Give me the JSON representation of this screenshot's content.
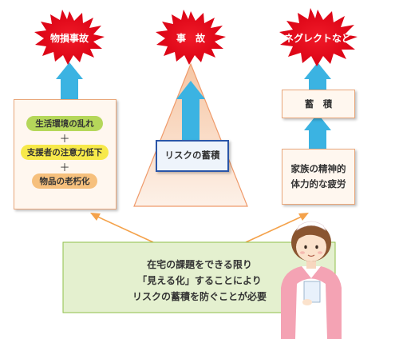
{
  "bursts": {
    "left": "物損事故",
    "center": "事　故",
    "right": "ネグレクトなど"
  },
  "left_box": {
    "items": [
      "生活環境の乱れ",
      "支援者の注意力低下",
      "物品の老朽化"
    ],
    "plus": "＋"
  },
  "center": {
    "risk_label": "リスクの蓄積"
  },
  "right": {
    "top_label": "蓄　積",
    "bottom_line1": "家族の精神的",
    "bottom_line2": "体力的な疲労"
  },
  "message": {
    "line1": "在宅の課題をできる限り",
    "line2": "「見える化」することにより",
    "line3": "リスクの蓄積を防ぐことが必要"
  },
  "colors": {
    "burst": "#e8071d",
    "arrow": "#3bb3e2",
    "box_border": "#e9a77b",
    "box_fill": "#fff7ef",
    "message_fill": "#e4f0cf",
    "message_border": "#8fbf4a",
    "pill_green": "#b5d75a",
    "pill_yellow": "#f7e94a",
    "pill_orange": "#f6c07d",
    "pointer": "#f4a24b"
  }
}
